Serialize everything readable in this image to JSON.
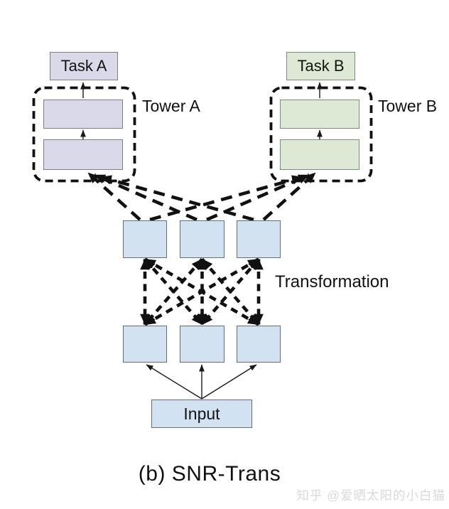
{
  "diagram": {
    "caption": "(b) SNR-Trans",
    "task_a": "Task A",
    "task_b": "Task B",
    "tower_a": "Tower A",
    "tower_b": "Tower B",
    "transformation_label": "Transformation",
    "input_label": "Input",
    "watermark": "知乎 @爱晒太阳的小白猫",
    "structure": {
      "flow": "Input -> lower shared layer (3 modules) -> dashed transformation connections -> upper shared layer (3 modules) -> dashed routing arrows -> Tower A / Tower B (2 stacked units each) -> Task A / Task B",
      "shared_modules_per_row": 3,
      "tower_units": 2
    },
    "colors": {
      "tower_a_fill": "#d9d9ea",
      "tower_b_fill": "#dde9d4",
      "shared_fill": "#d3e2f0",
      "line": "#111111",
      "watermark": "#d9d9d9"
    }
  }
}
